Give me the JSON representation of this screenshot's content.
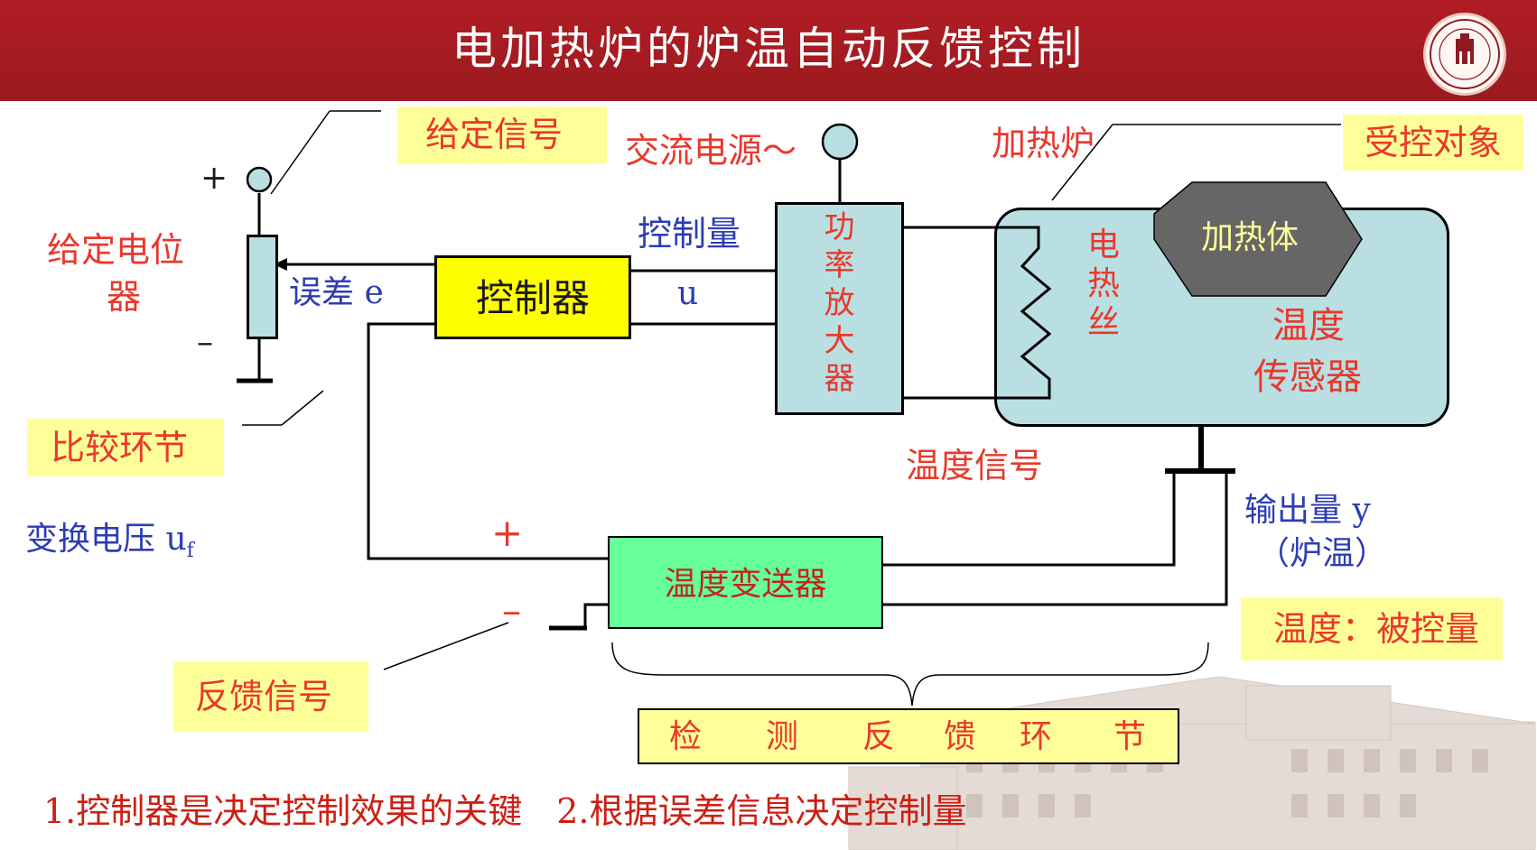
{
  "title": "电加热炉的炉温自动反馈控制",
  "labels": {
    "given_signal": "给定信号",
    "ac_power": "交流电源～",
    "furnace": "加热炉",
    "controlled_object": "受控对象",
    "given_pot": "给定电位",
    "given_pot_2": "器",
    "control_quantity": "控制量",
    "u": "u",
    "error": "误差 e",
    "controller": "控制器",
    "amplifier": [
      "功",
      "率",
      "放",
      "大",
      "器"
    ],
    "wire_1": "电",
    "wire_2": "热",
    "wire_3": "丝",
    "heater": "加热体",
    "sensor_1": "温度",
    "sensor_2": "传感器",
    "compare": "比较环节",
    "temp_signal": "温度信号",
    "output_qty": "输出量 y",
    "furnace_temp": "（炉温）",
    "conv_voltage": "变换电压 u",
    "conv_voltage_sub": "f",
    "plus_pot": "+",
    "minus_pot": "–",
    "plus_fb": "+",
    "minus_fb": "–",
    "transmitter": "温度变送器",
    "temp_controlled": "温度：被控量",
    "feedback_signal": "反馈信号",
    "detect_chars": [
      "检",
      "测",
      "反",
      "馈",
      "环",
      "节"
    ]
  },
  "footer": "1.控制器是决定控制效果的关键　2.根据误差信息决定控制量",
  "colors": {
    "header": "#a51c22",
    "red_text": "#e8382c",
    "blue_text": "#2c3db3",
    "yellow_label": "#ffff99",
    "controller": "#ffff00",
    "light_blue": "#b9dfe2",
    "green": "#66ff99"
  }
}
